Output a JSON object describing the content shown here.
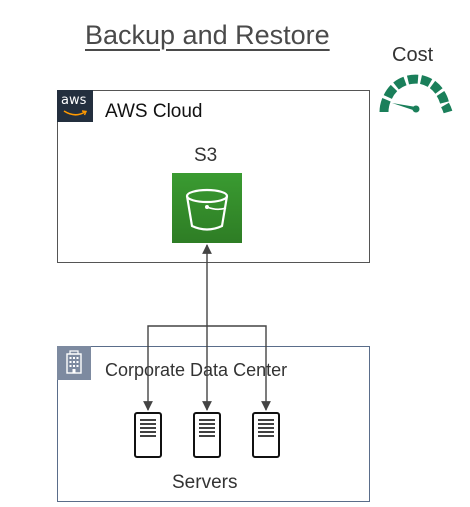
{
  "title": "Backup and Restore",
  "cost": {
    "label": "Cost",
    "gauge_color": "#1a7f5a"
  },
  "aws": {
    "logo_text": "aws",
    "title": "AWS Cloud",
    "service_label": "S3",
    "service_color": "#2e7d25"
  },
  "datacenter": {
    "title": "Corporate Data Center",
    "servers_label": "Servers",
    "server_count": 3
  }
}
